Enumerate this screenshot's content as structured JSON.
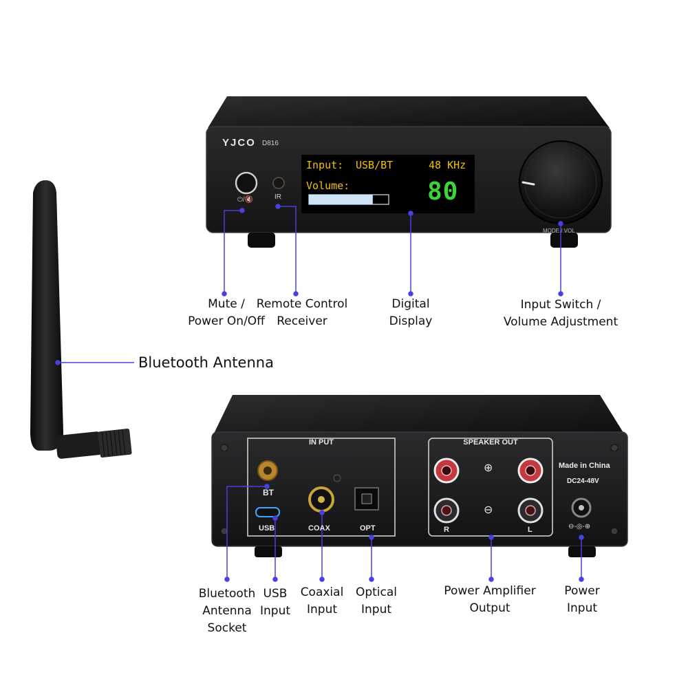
{
  "front_panel": {
    "brand": "YJCO",
    "model": "D816",
    "mute_symbol": "⏻/🔇",
    "ir_label": "IR",
    "knob_label": "MODE / VOL"
  },
  "display": {
    "input_label": "Input:",
    "input_value": "USB/BT",
    "sample_rate": "48 KHz",
    "volume_label": "Volume:",
    "volume_number": "80",
    "volume_level": 0.8,
    "text_color": "#f2c200",
    "number_color": "#3cd33c",
    "bar_color": "#cfe4f7"
  },
  "rear_panel": {
    "input_section": "IN PUT",
    "speaker_section": "SPEAKER OUT",
    "bt_label": "BT",
    "usb_label": "USB",
    "coax_label": "COAX",
    "opt_label": "OPT",
    "plus_symbol": "⊕",
    "minus_symbol": "⊖",
    "right_label": "R",
    "left_label": "L",
    "made_in": "Made in China",
    "voltage": "DC24-48V",
    "polarity_symbol": "⊖-◎-⊕"
  },
  "callouts": {
    "mute": [
      "Mute /",
      "Power On/Off"
    ],
    "remote": [
      "Remote Control",
      "Receiver"
    ],
    "display": [
      "Digital",
      "Display"
    ],
    "knob": [
      "Input Switch /",
      "Volume Adjustment"
    ],
    "antenna": [
      "Bluetooth Antenna"
    ],
    "bt_socket": [
      "Bluetooth",
      "Antenna",
      "Socket"
    ],
    "usb": [
      "USB",
      "Input"
    ],
    "coax": [
      "Coaxial",
      "Input"
    ],
    "optical": [
      "Optical",
      "Input"
    ],
    "speaker": [
      "Power Amplifier",
      "Output"
    ],
    "power": [
      "Power",
      "Input"
    ]
  },
  "colors": {
    "accent_line": "#4a3fe0",
    "chassis": "#1c1c1e",
    "panel_outline": "#d9d9d9"
  }
}
